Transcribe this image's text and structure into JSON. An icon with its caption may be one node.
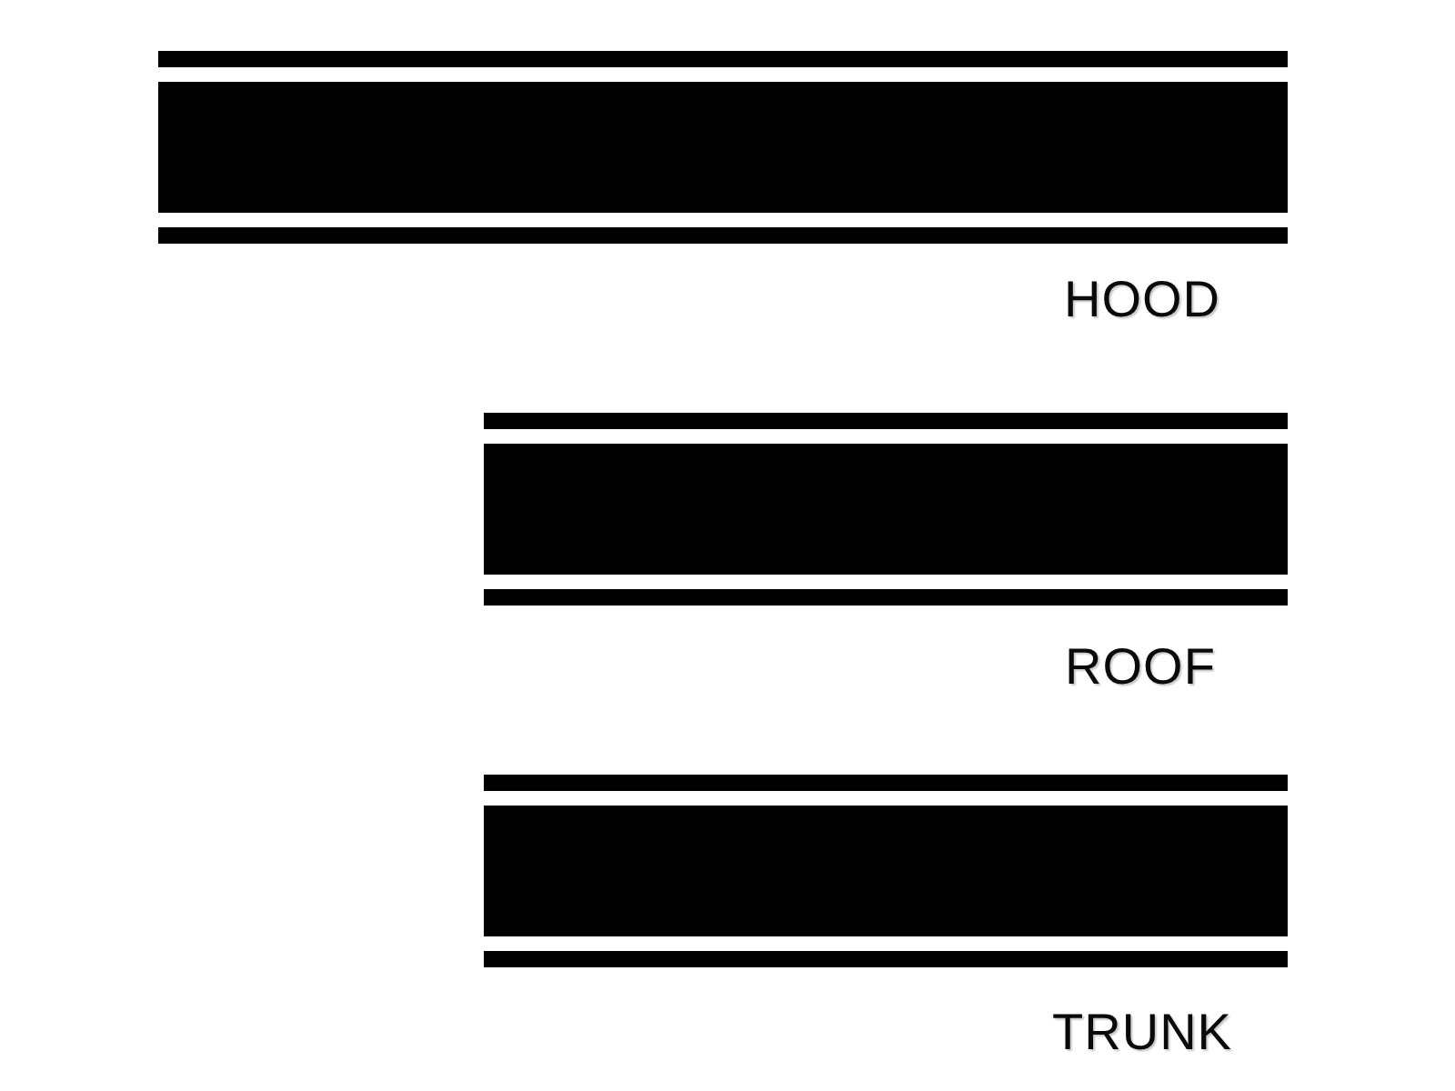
{
  "diagram": {
    "labels": [
      "HOOD",
      "ROOF",
      "TRUNK"
    ]
  }
}
